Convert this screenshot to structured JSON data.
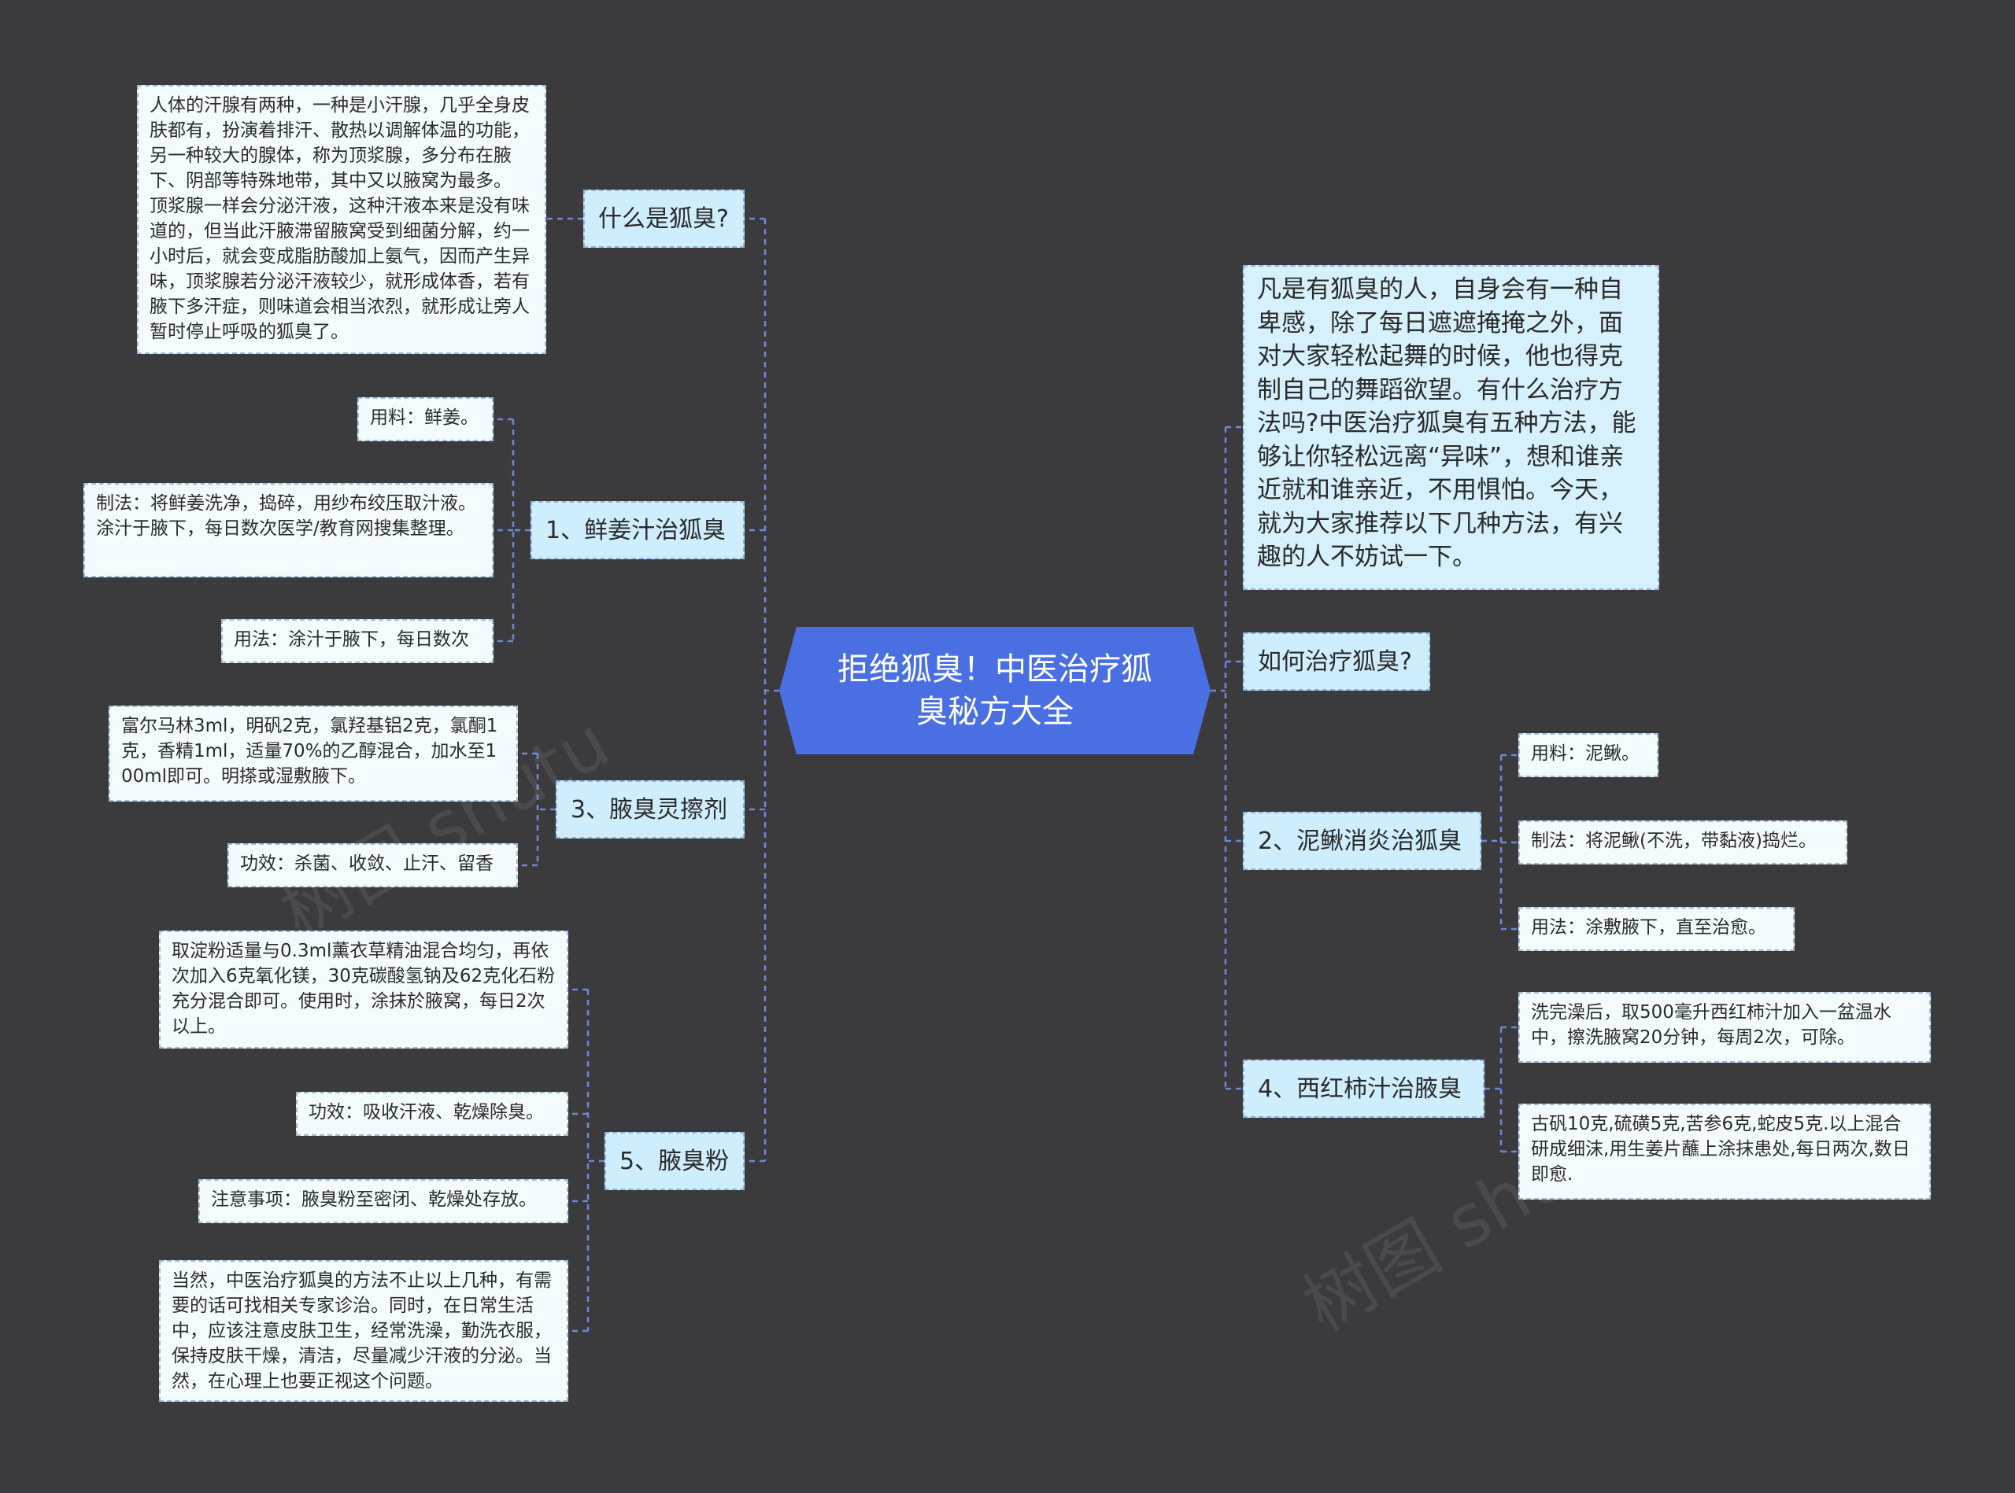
{
  "center": {
    "title": "拒绝狐臭！中医治疗狐臭秘方大全"
  },
  "colors": {
    "background": "#3b3a3d",
    "center": "#4a6fe3",
    "branch": "#cfeefd",
    "leaf": "#f3fbff",
    "connector": "#6f86d9"
  },
  "left": {
    "what": {
      "label": "什么是狐臭?",
      "detail": "人体的汗腺有两种，一种是小汗腺，几乎全身皮肤都有，扮演着排汗、散热以调解体温的功能，另一种较大的腺体，称为顶浆腺，多分布在腋下、阴部等特殊地带，其中又以腋窝为最多。 顶浆腺一样会分泌汗液，这种汗液本来是没有味道的，但当此汗腋滞留腋窝受到细菌分解，约一小时后，就会变成脂肪酸加上氨气，因而产生异味，顶浆腺若分泌汗液较少，就形成体香，若有腋下多汗症，则味道会相当浓烈，就形成让旁人暂时停止呼吸的狐臭了。"
    },
    "ginger": {
      "label": "1、鲜姜汁治狐臭",
      "material": "用料：鲜姜。",
      "method": "制法：将鲜姜洗净，捣碎，用纱布绞压取汁液。涂汁于腋下，每日数次医学/教育网搜集整理。",
      "usage": "用法：涂汁于腋下，每日数次"
    },
    "liniment": {
      "label": "3、腋臭灵擦剂",
      "formula": "富尔马林3ml，明矾2克，氯羟基铝2克，氯酮1克，香精1ml，适量70%的乙醇混合，加水至100ml即可。明搽或湿敷腋下。",
      "effect": "功效：杀菌、收敛、止汗、留香"
    },
    "powder": {
      "label": "5、腋臭粉",
      "formula": "取淀粉适量与0.3ml薰衣草精油混合均匀，再依次加入6克氧化镁，30克碳酸氢钠及62克化石粉充分混合即可。使用时，涂抹於腋窝，每日2次以上。",
      "effect": "功效：吸收汗液、乾燥除臭。",
      "note": "注意事项：腋臭粉至密闭、乾燥处存放。",
      "advice": "当然，中医治疗狐臭的方法不止以上几种，有需要的话可找相关专家诊治。同时，在日常生活中，应该注意皮肤卫生，经常洗澡，勤洗衣服，保持皮肤干燥，清洁，尽量减少汗液的分泌。当然，在心理上也要正视这个问题。"
    }
  },
  "right": {
    "intro": "凡是有狐臭的人，自身会有一种自卑感，除了每日遮遮掩掩之外，面对大家轻松起舞的时候，他也得克制自己的舞蹈欲望。有什么治疗方法吗?中医治疗狐臭有五种方法，能够让你轻松远离“异味”，想和谁亲近就和谁亲近，不用惧怕。今天，就为大家推荐以下几种方法，有兴趣的人不妨试一下。",
    "how": {
      "label": "如何治疗狐臭?"
    },
    "loach": {
      "label": "2、泥鳅消炎治狐臭",
      "material": "用料：泥鳅。",
      "method": "制法：将泥鳅(不洗，带黏液)捣烂。",
      "usage": "用法：涂敷腋下，直至治愈。"
    },
    "tomato": {
      "label": "4、西红柿汁治腋臭",
      "wash": "洗完澡后，取500毫升西红柿汁加入一盆温水中，擦洗腋窝20分钟，每周2次，可除。",
      "alum": "古矾10克,硫磺5克,苦参6克,蛇皮5克.以上混合研成细沫,用生姜片蘸上涂抹患处,每日两次,数日即愈."
    }
  }
}
